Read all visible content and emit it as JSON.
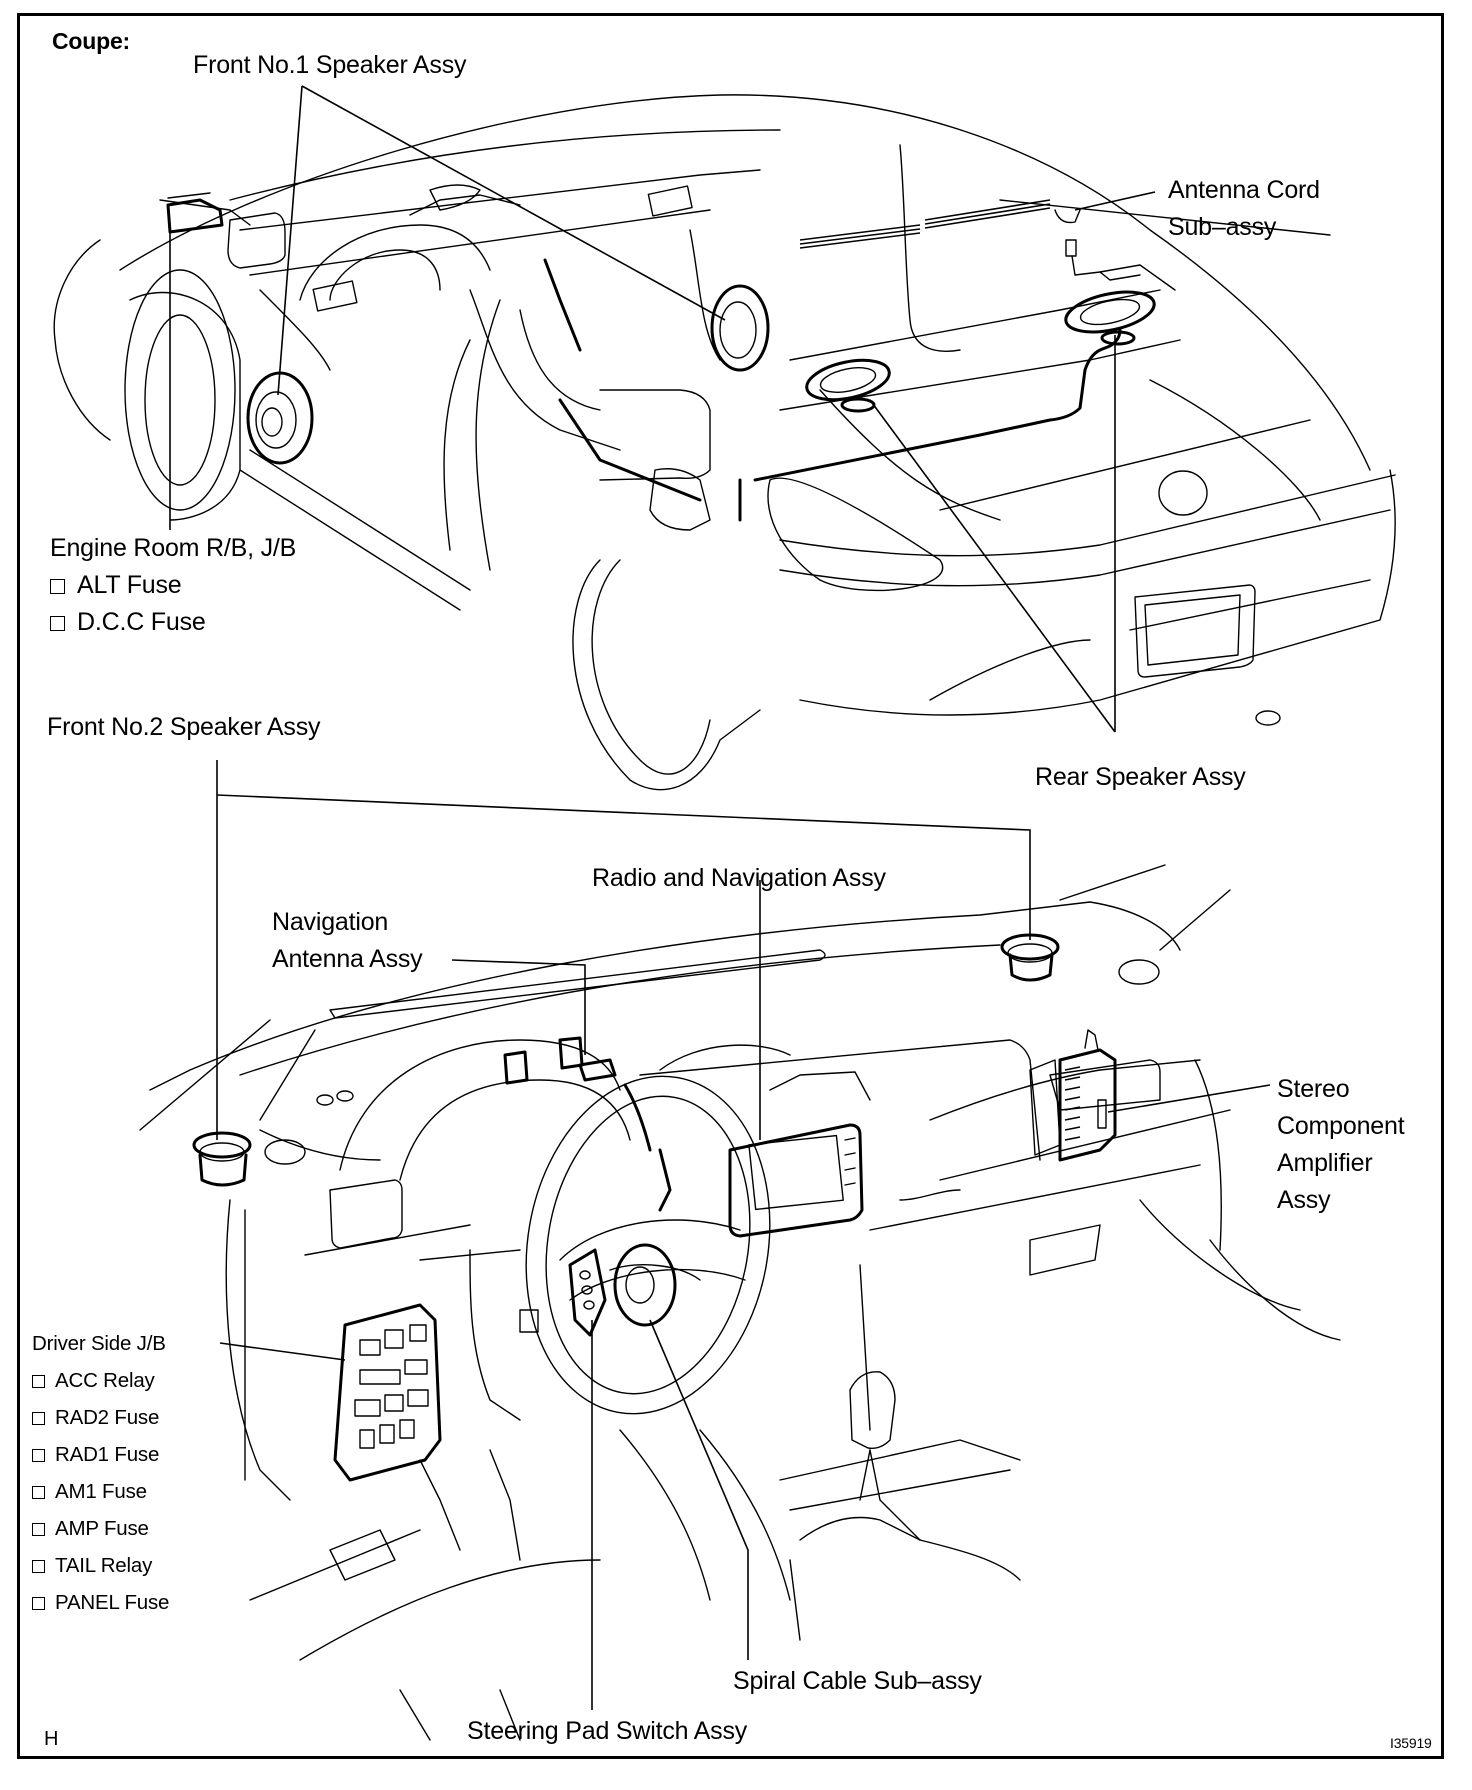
{
  "diagram": {
    "variant_label": "Coupe:",
    "figure_code": "H",
    "figure_id": "I35919"
  },
  "labels": {
    "front_no1_speaker": "Front No.1 Speaker Assy",
    "antenna_cord": [
      "Antenna Cord",
      "Sub–assy"
    ],
    "engine_room_jb": {
      "title": "Engine Room R/B, J/B",
      "items": [
        "ALT Fuse",
        "D.C.C Fuse"
      ]
    },
    "front_no2_speaker": "Front No.2 Speaker Assy",
    "rear_speaker": "Rear Speaker Assy",
    "radio_navigation": "Radio and Navigation Assy",
    "navigation_antenna": [
      "Navigation",
      "Antenna Assy"
    ],
    "stereo_amplifier": [
      "Stereo",
      "Component",
      "Amplifier",
      "Assy"
    ],
    "driver_side_jb": {
      "title": "Driver Side J/B",
      "items": [
        "ACC Relay",
        "RAD2 Fuse",
        "RAD1 Fuse",
        "AM1 Fuse",
        "AMP Fuse",
        "TAIL Relay",
        "PANEL Fuse"
      ]
    },
    "spiral_cable": "Spiral Cable Sub–assy",
    "steering_pad_switch": "Steering Pad Switch Assy"
  }
}
